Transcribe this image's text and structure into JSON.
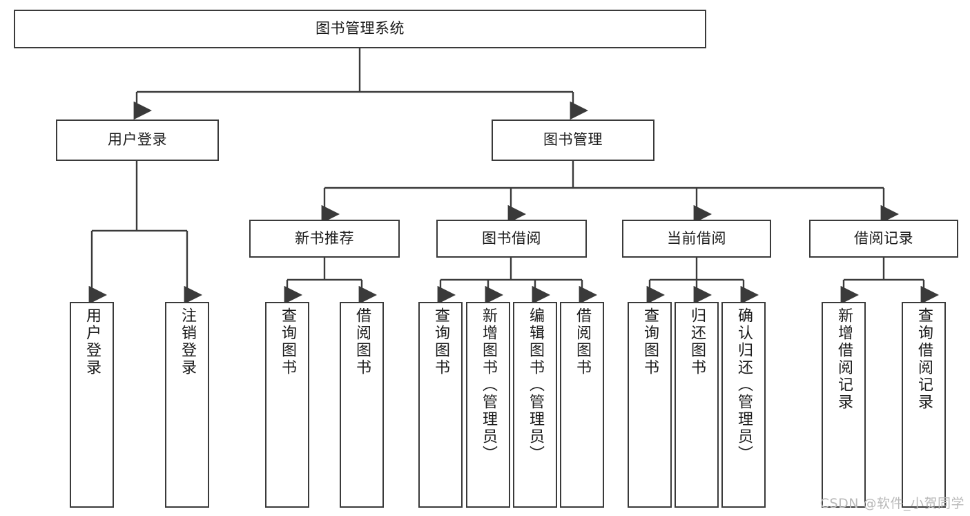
{
  "diagram": {
    "title": "图书管理系统",
    "type": "tree",
    "watermark": "CSDN @软件_小贺同学",
    "colors": {
      "box_border": "#3a3a3a",
      "box_fill": "#ffffff",
      "connector": "#3a3a3a",
      "text": "#1b1b1b",
      "watermark": "#b9b9b9",
      "background": "#ffffff"
    },
    "nodes": {
      "root": {
        "label": "图书管理系统",
        "orientation": "horizontal"
      },
      "level2": [
        {
          "id": "user-login",
          "label": "用户登录",
          "orientation": "horizontal"
        },
        {
          "id": "book-manage",
          "label": "图书管理",
          "orientation": "horizontal"
        }
      ],
      "level3": [
        {
          "id": "new-book-recommend",
          "label": "新书推荐",
          "orientation": "horizontal"
        },
        {
          "id": "book-borrow",
          "label": "图书借阅",
          "orientation": "horizontal"
        },
        {
          "id": "current-borrow",
          "label": "当前借阅",
          "orientation": "horizontal"
        },
        {
          "id": "borrow-record",
          "label": "借阅记录",
          "orientation": "horizontal"
        }
      ],
      "leaves": [
        {
          "id": "leaf-user-login",
          "label": "用户登录",
          "orientation": "vertical",
          "parent": "user-login"
        },
        {
          "id": "leaf-logout-login",
          "label": "注销登录",
          "orientation": "vertical",
          "parent": "user-login"
        },
        {
          "id": "leaf-query-book-1",
          "label": "查询图书",
          "orientation": "vertical",
          "parent": "new-book-recommend"
        },
        {
          "id": "leaf-borrow-book-1",
          "label": "借阅图书",
          "orientation": "vertical",
          "parent": "new-book-recommend"
        },
        {
          "id": "leaf-query-book-2",
          "label": "查询图书",
          "orientation": "vertical",
          "parent": "book-borrow"
        },
        {
          "id": "leaf-add-book",
          "label": "新增图书（管理员）",
          "orientation": "vertical",
          "parent": "book-borrow"
        },
        {
          "id": "leaf-edit-book",
          "label": "编辑图书（管理员）",
          "orientation": "vertical",
          "parent": "book-borrow"
        },
        {
          "id": "leaf-borrow-book-2",
          "label": "借阅图书",
          "orientation": "vertical",
          "parent": "book-borrow"
        },
        {
          "id": "leaf-query-book-3",
          "label": "查询图书",
          "orientation": "vertical",
          "parent": "current-borrow"
        },
        {
          "id": "leaf-return-book",
          "label": "归还图书",
          "orientation": "vertical",
          "parent": "current-borrow"
        },
        {
          "id": "leaf-confirm-return",
          "label": "确认归还（管理员）",
          "orientation": "vertical",
          "parent": "current-borrow"
        },
        {
          "id": "leaf-add-record",
          "label": "新增借阅记录",
          "orientation": "vertical",
          "parent": "borrow-record"
        },
        {
          "id": "leaf-query-record",
          "label": "查询借阅记录",
          "orientation": "vertical",
          "parent": "borrow-record"
        }
      ]
    }
  }
}
